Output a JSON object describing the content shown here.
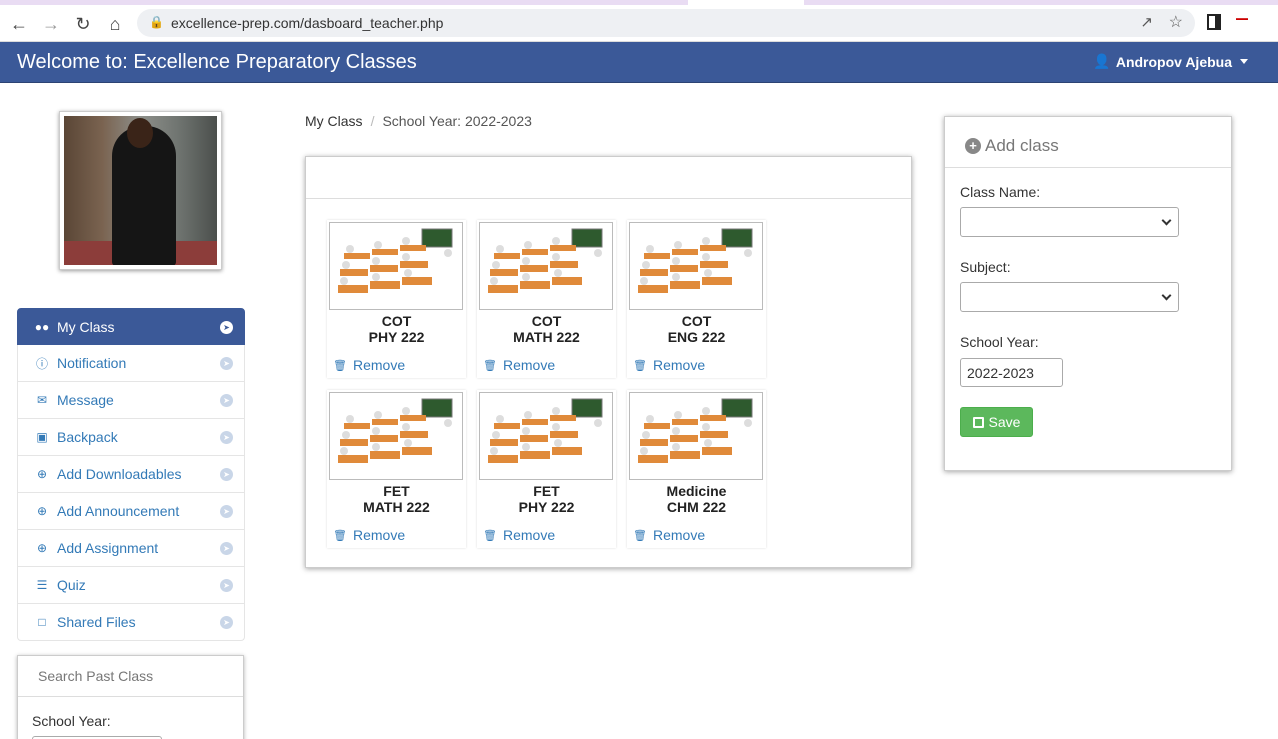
{
  "browser": {
    "url": "excellence-prep.com/dasboard_teacher.php"
  },
  "navbar": {
    "brand": "Welcome to: Excellence Preparatory Classes",
    "user_name": "Andropov Ajebua"
  },
  "sidebar": {
    "items": [
      {
        "label": "My Class",
        "icon": "users-icon"
      },
      {
        "label": "Notification",
        "icon": "info-icon"
      },
      {
        "label": "Message",
        "icon": "envelope-icon"
      },
      {
        "label": "Backpack",
        "icon": "briefcase-icon"
      },
      {
        "label": "Add Downloadables",
        "icon": "plus-circle-icon"
      },
      {
        "label": "Add Announcement",
        "icon": "plus-circle-icon"
      },
      {
        "label": "Add Assignment",
        "icon": "plus-circle-icon"
      },
      {
        "label": "Quiz",
        "icon": "list-icon"
      },
      {
        "label": "Shared Files",
        "icon": "file-icon"
      }
    ],
    "search_panel": {
      "title": "Search Past Class",
      "school_year_label": "School Year:"
    }
  },
  "breadcrumb": {
    "root": "My Class",
    "separator": "/",
    "current": "School Year: 2022-2023"
  },
  "classes": [
    {
      "line1": "COT",
      "line2": "PHY 222",
      "remove": "Remove"
    },
    {
      "line1": "COT",
      "line2": "MATH 222",
      "remove": "Remove"
    },
    {
      "line1": "COT",
      "line2": "ENG 222",
      "remove": "Remove"
    },
    {
      "line1": "FET",
      "line2": "MATH 222",
      "remove": "Remove"
    },
    {
      "line1": "FET",
      "line2": "PHY 222",
      "remove": "Remove"
    },
    {
      "line1": "Medicine",
      "line2": "CHM 222",
      "remove": "Remove"
    }
  ],
  "add_class": {
    "title": "Add class",
    "class_name_label": "Class Name:",
    "subject_label": "Subject:",
    "school_year_label": "School Year:",
    "school_year_value": "2022-2023",
    "save_label": "Save"
  },
  "colors": {
    "navbar": "#3b5998",
    "link": "#337ab7",
    "save": "#5cb85c"
  }
}
